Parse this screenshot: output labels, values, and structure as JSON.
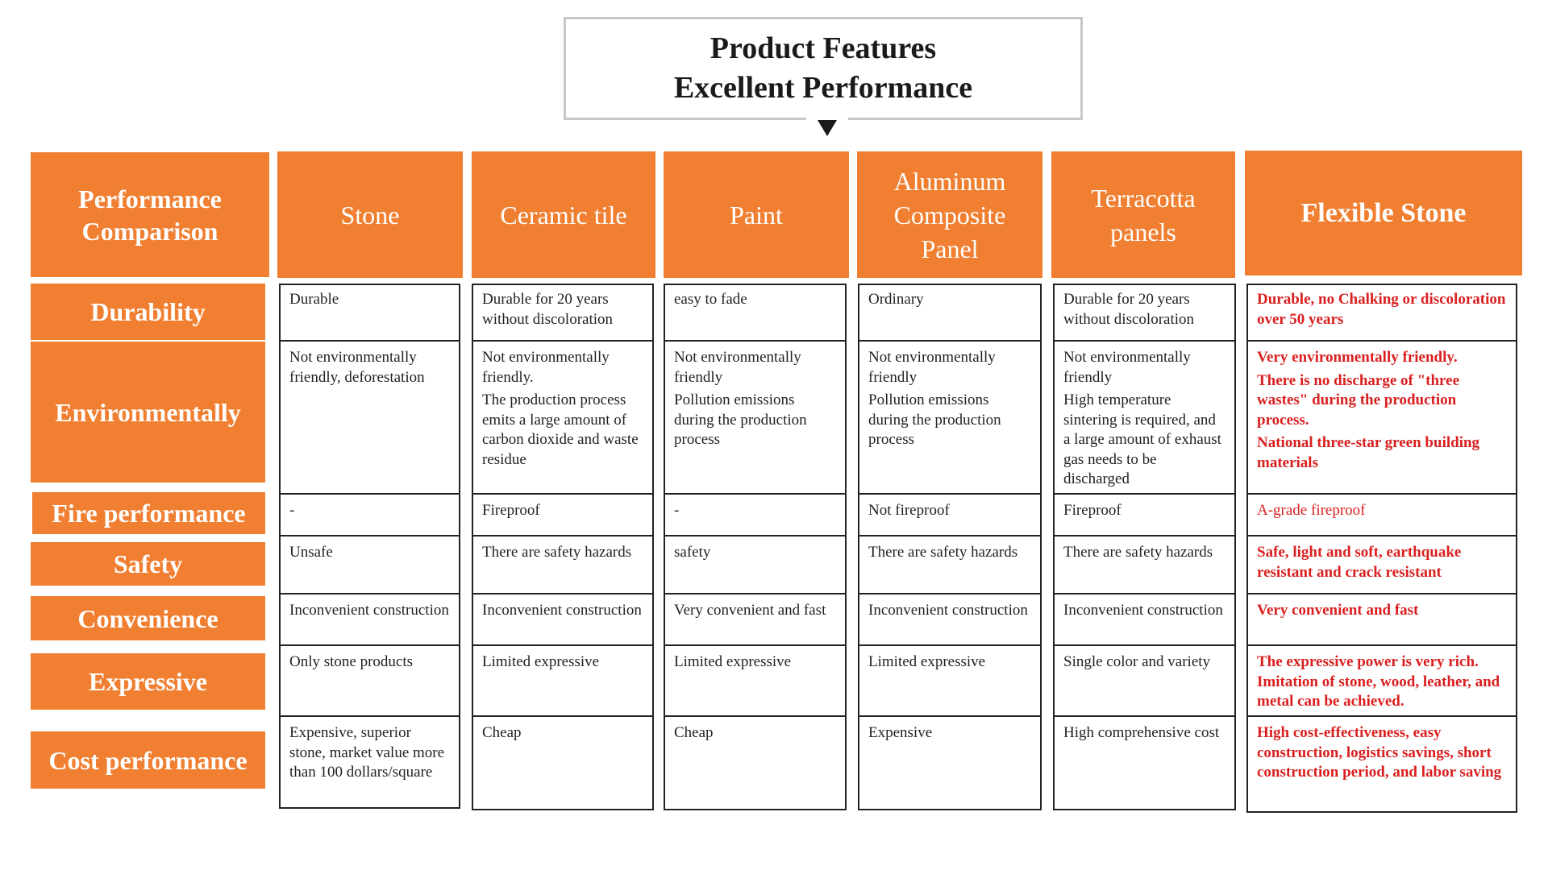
{
  "title": {
    "line1": "Product Features",
    "line2": "Excellent Performance"
  },
  "corner_label": "Performance Comparison",
  "row_labels": [
    "Durability",
    "Environmentally",
    "Fire performance",
    "Safety",
    "Convenience",
    "Expressive",
    "Cost performance"
  ],
  "columns": [
    {
      "header": "Stone",
      "cells": [
        [
          "Durable"
        ],
        [
          "Not environmentally friendly, deforestation"
        ],
        [
          "-"
        ],
        [
          "Unsafe"
        ],
        [
          "Inconvenient construction"
        ],
        [
          "Only stone products"
        ],
        [
          "Expensive, superior stone, market value more than 100 dollars/square"
        ]
      ]
    },
    {
      "header": "Ceramic tile",
      "cells": [
        [
          "Durable for 20 years without discoloration"
        ],
        [
          "Not environmentally friendly.",
          "The production process emits a large amount of carbon dioxide and waste residue"
        ],
        [
          "Fireproof"
        ],
        [
          "There are safety hazards"
        ],
        [
          "Inconvenient construction"
        ],
        [
          "Limited expressive"
        ],
        [
          "Cheap"
        ]
      ]
    },
    {
      "header": "Paint",
      "cells": [
        [
          "easy to fade"
        ],
        [
          "Not environmentally friendly",
          "Pollution emissions during the production process"
        ],
        [
          "-"
        ],
        [
          "safety"
        ],
        [
          "Very convenient and fast"
        ],
        [
          "Limited expressive"
        ],
        [
          "Cheap"
        ]
      ]
    },
    {
      "header": "Aluminum Composite Panel",
      "cells": [
        [
          "Ordinary"
        ],
        [
          "Not environmentally friendly",
          "Pollution emissions during the production process"
        ],
        [
          "Not fireproof"
        ],
        [
          "There are safety hazards"
        ],
        [
          "Inconvenient construction"
        ],
        [
          "Limited expressive"
        ],
        [
          "Expensive"
        ]
      ]
    },
    {
      "header": "Terracotta panels",
      "cells": [
        [
          "Durable for 20 years without discoloration"
        ],
        [
          "Not environmentally friendly",
          "High temperature sintering is required, and a large amount of exhaust gas needs to be discharged"
        ],
        [
          "Fireproof"
        ],
        [
          "There are safety hazards"
        ],
        [
          "Inconvenient construction"
        ],
        [
          "Single color and variety"
        ],
        [
          "High comprehensive cost"
        ]
      ]
    },
    {
      "header": "Flexible Stone",
      "cells": [
        [
          "Durable, no Chalking or discoloration over 50 years"
        ],
        [
          "Very environmentally friendly.",
          "There is no discharge of \"three wastes\" during the production process.",
          "National three-star green building materials"
        ],
        [
          "A-grade fireproof"
        ],
        [
          "Safe, light and soft, earthquake resistant and crack resistant"
        ],
        [
          "Very convenient and fast"
        ],
        [
          "The expressive power is very rich. Imitation of stone, wood, leather, and metal can be achieved."
        ],
        [
          "High cost-effectiveness, easy construction, logistics savings, short construction period, and labor saving"
        ]
      ]
    }
  ],
  "colors": {
    "accent_orange": "#f07f31",
    "highlight_red": "#d91f1f",
    "text_dark": "#1a1a1a",
    "title_border": "#c8c8c8"
  }
}
